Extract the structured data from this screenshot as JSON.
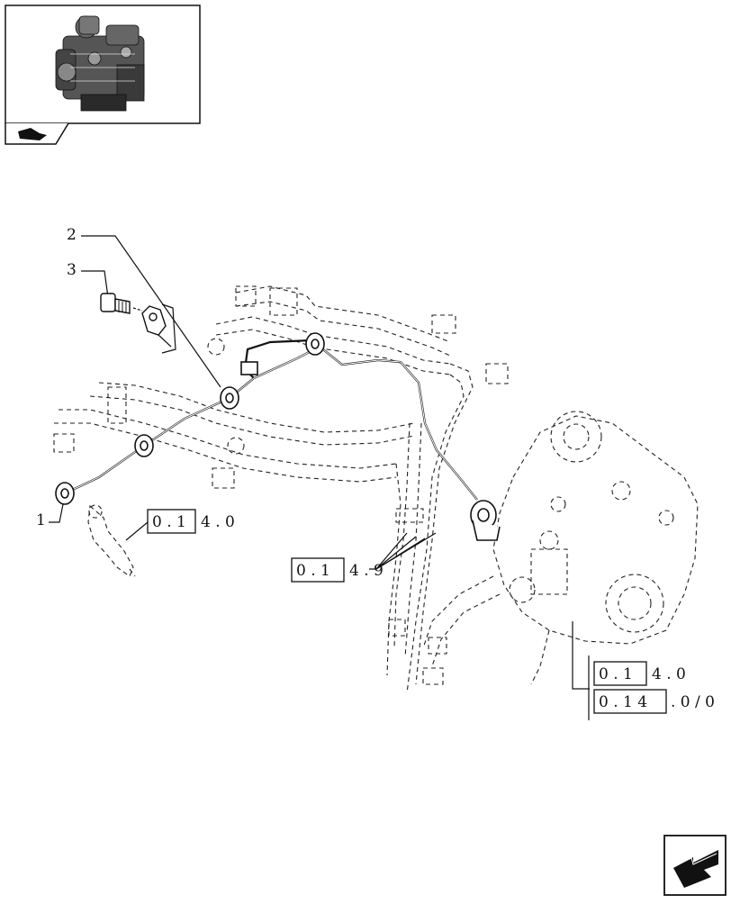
{
  "callouts": [
    {
      "id": "1",
      "label": "1"
    },
    {
      "id": "2",
      "label": "2"
    },
    {
      "id": "3",
      "label": "3"
    }
  ],
  "references": [
    {
      "id": "ref-injector",
      "boxed": "0 . 1",
      "rest": "4 . 0"
    },
    {
      "id": "ref-pipes",
      "boxed": "0 . 1",
      "rest": "4 . 9"
    },
    {
      "id": "ref-pump-a",
      "boxed": "0 . 1",
      "rest": "4 . 0"
    },
    {
      "id": "ref-pump-b",
      "boxed": "0 . 1 4",
      "rest": ". 0 / 0"
    }
  ],
  "thumbnail": {
    "icon": "engine-thumbnail"
  },
  "icons": {
    "book_icon": "book-arrow-icon",
    "next_icon": "next-page-arrow-icon"
  }
}
